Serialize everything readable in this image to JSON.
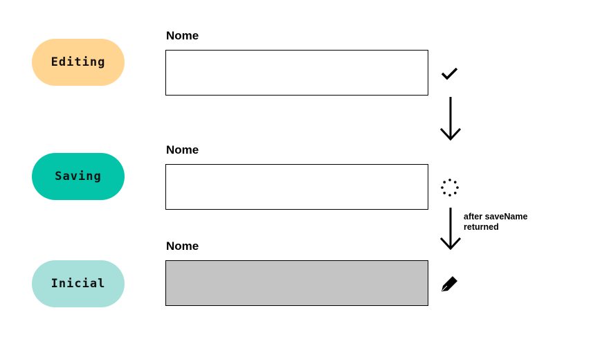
{
  "states": [
    {
      "label": "Editing",
      "color": "#FFD591",
      "field_label": "Nome",
      "field_value": "",
      "field_bg": "#FFFFFF",
      "icon": "checkmark-icon"
    },
    {
      "label": "Saving",
      "color": "#03C4A9",
      "field_label": "Nome",
      "field_value": "",
      "field_bg": "#FFFFFF",
      "icon": "loading-spinner-icon"
    },
    {
      "label": "Inicial",
      "color": "#A7E0DA",
      "field_label": "Nome",
      "field_value": "",
      "field_bg": "#C4C4C4",
      "icon": "pencil-icon"
    }
  ],
  "transitions": [
    {
      "from": "Editing",
      "to": "Saving",
      "label": ""
    },
    {
      "from": "Saving",
      "to": "Inicial",
      "label": "after saveName returned"
    }
  ]
}
